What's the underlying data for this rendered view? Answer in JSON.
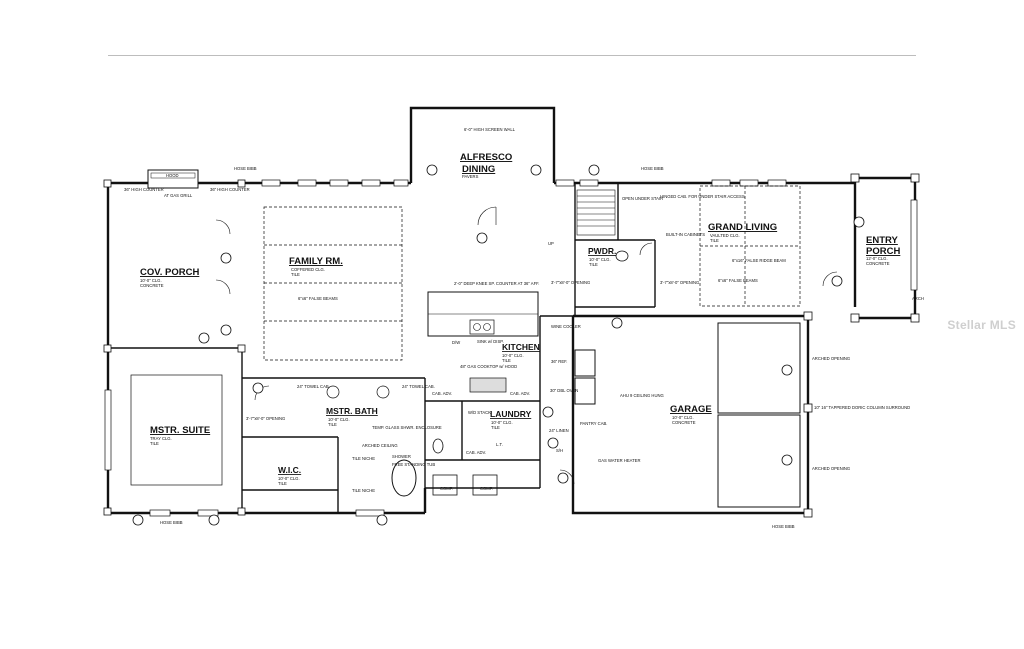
{
  "rooms": {
    "alfresco": {
      "name_line1": "ALFRESCO",
      "name_line2": "DINING",
      "finish": "PAVERS"
    },
    "family": {
      "name": "FAMILY RM.",
      "ceiling": "COFFERED CLG.",
      "finish": "TILE"
    },
    "cov_porch": {
      "name": "COV. PORCH",
      "ceiling": "10'-0\" CLG.",
      "finish": "CONCRETE"
    },
    "mstr_suite": {
      "name": "MSTR. SUITE",
      "ceiling": "TRAY CLG.",
      "finish": "TILE"
    },
    "mstr_bath": {
      "name": "MSTR. BATH",
      "ceiling": "10'-0\" CLG.",
      "finish": "TILE"
    },
    "wic": {
      "name": "W.I.C.",
      "ceiling": "10'-0\" CLG.",
      "finish": "TILE"
    },
    "kitchen": {
      "name": "KITCHEN",
      "ceiling": "10'-0\" CLG.",
      "finish": "TILE"
    },
    "laundry": {
      "name": "LAUNDRY",
      "ceiling": "10'-0\" CLG.",
      "finish": "TILE"
    },
    "pwdr": {
      "name": "PWDR.",
      "ceiling": "10'-0\" CLG.",
      "finish": "TILE"
    },
    "grand_living": {
      "name": "GRAND LIVING",
      "ceiling": "VAULTED CLG.",
      "finish": "TILE"
    },
    "entry_porch": {
      "name_line1": "ENTRY",
      "name_line2": "PORCH",
      "ceiling": "12'-0\" CLG.",
      "finish": "CONCRETE"
    },
    "garage": {
      "name": "GARAGE",
      "ceiling": "10'-0\" CLG.",
      "finish": "CONCRETE"
    }
  },
  "notes": {
    "screen_wall": "6'-0\" HIGH SCREEN WALL",
    "counter_left": "36\" HIGH COUNTER",
    "counter_right": "36\" HIGH COUNTER",
    "hood": "HOOD",
    "gas_grill": "AT GAS GRILL",
    "hose_bibb": "HOSE BIBB",
    "false_beams": "6\"x6\" FALSE BEAMS",
    "island_counter": "2'-0\" DEEP KNEE SP. COUNTER AT 36\" AFF.",
    "sink": "SINK w/ DISP.",
    "dw": "D/W",
    "cooktop": "48\" GAS COOKTOP w/ HOOD",
    "ref": "36\" REF.",
    "wine_cooler": "WINE COOLER",
    "oven": "30\" DBL OVEN",
    "pantry": "PANTRY CAB.",
    "cab_adv": "CAB. ADV.",
    "towel_cab": "24\" TOWEL CAB.",
    "glass_enclosure": "TEMP. GLASS SHWR. ENCLOSURE",
    "arched_ceiling": "ARCHED CEILING",
    "shower": "SHOWER",
    "tub": "FREE STANDING TUB",
    "tile_niche": "TILE NICHE",
    "opening_bath": "3'-7\"x8'-0\" OPENING",
    "opening_pwdr": "3'-7\"x8'-0\" OPENING",
    "opening_living": "3'-7\"x8'-0\" OPENING",
    "open_stair": "OPEN UNDER STAIR",
    "hinged_cab": "HINGED CAB. FOR UNDER STAIR ACCESS",
    "built_in": "BUILT-IN CABINETS",
    "ridge_beam": "6\"x16\" FALSE RIDGE BEAM",
    "ahu": "AHU 9 CEILING HUNG",
    "water_heater": "GAS WATER HEATER",
    "linen": "24\" LINEN",
    "column": "10\" 16\" TAPPERED DORIC COLUMN SURROUND",
    "arch": "ARCH",
    "arched_opening": "ARCHED OPENING",
    "comp": "COMP.",
    "shelf": "S/H",
    "up": "UP",
    "wd": "W/D STACK",
    "lt": "L.T."
  },
  "watermark": "Stellar MLS"
}
